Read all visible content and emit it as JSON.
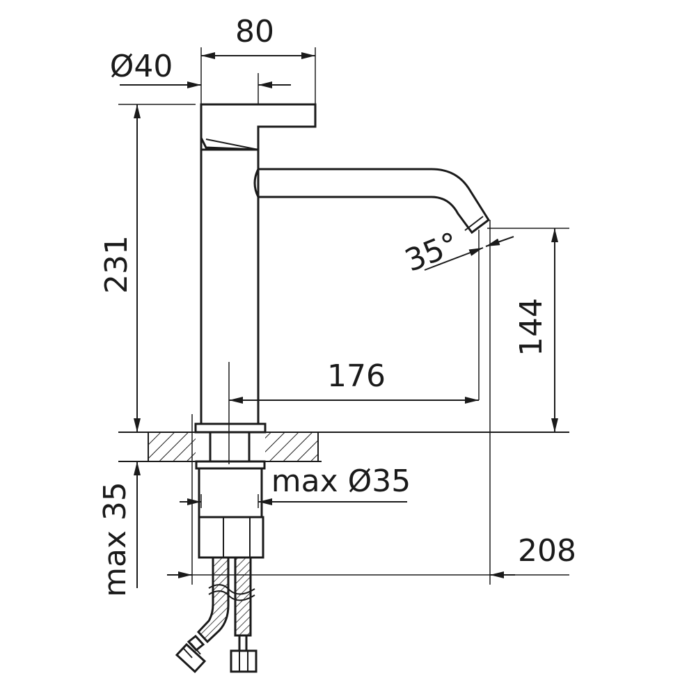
{
  "drawing": {
    "colors": {
      "line": "#1a1a1a",
      "background": "#ffffff"
    },
    "dimensions": {
      "width_total": "80",
      "diameter_body": "Ø40",
      "height_total": "231",
      "spout_angle": "35°",
      "spout_height": "144",
      "spout_reach": "176",
      "hole_diameter": "max Ø35",
      "deck_thickness": "max 35",
      "overall_depth": "208"
    }
  }
}
